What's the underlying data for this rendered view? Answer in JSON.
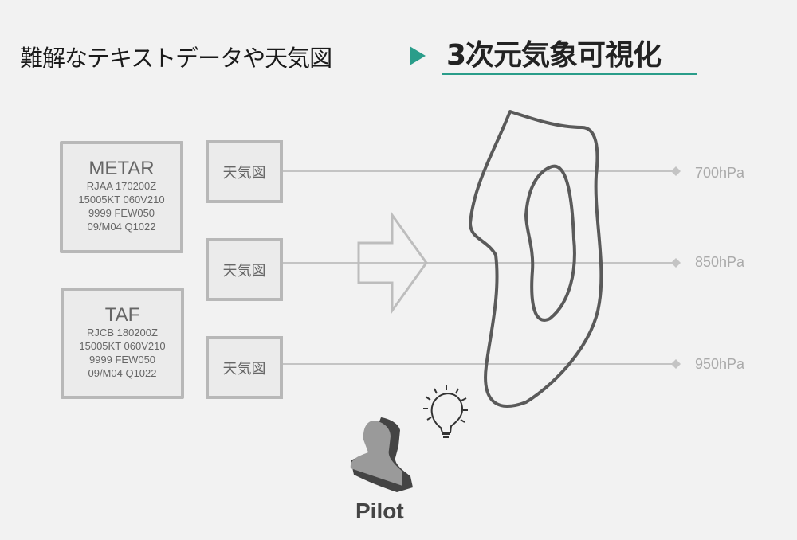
{
  "header": {
    "left_title": "難解なテキストデータや天気図",
    "right_title": "3次元気象可視化",
    "accent_color": "#2a9d8a"
  },
  "metar": {
    "title": "METAR",
    "lines": [
      "RJAA 170200Z",
      "15005KT 060V210",
      "9999 FEW050",
      "09/M04 Q1022"
    ]
  },
  "taf": {
    "title": "TAF",
    "lines": [
      "RJCB 180200Z",
      "15005KT 060V210",
      "9999 FEW050",
      "09/M04 Q1022"
    ]
  },
  "weather_maps": [
    "天気図",
    "天気図",
    "天気図"
  ],
  "levels": [
    "700hPa",
    "850hPa",
    "950hPa"
  ],
  "pilot": {
    "label": "Pilot"
  }
}
